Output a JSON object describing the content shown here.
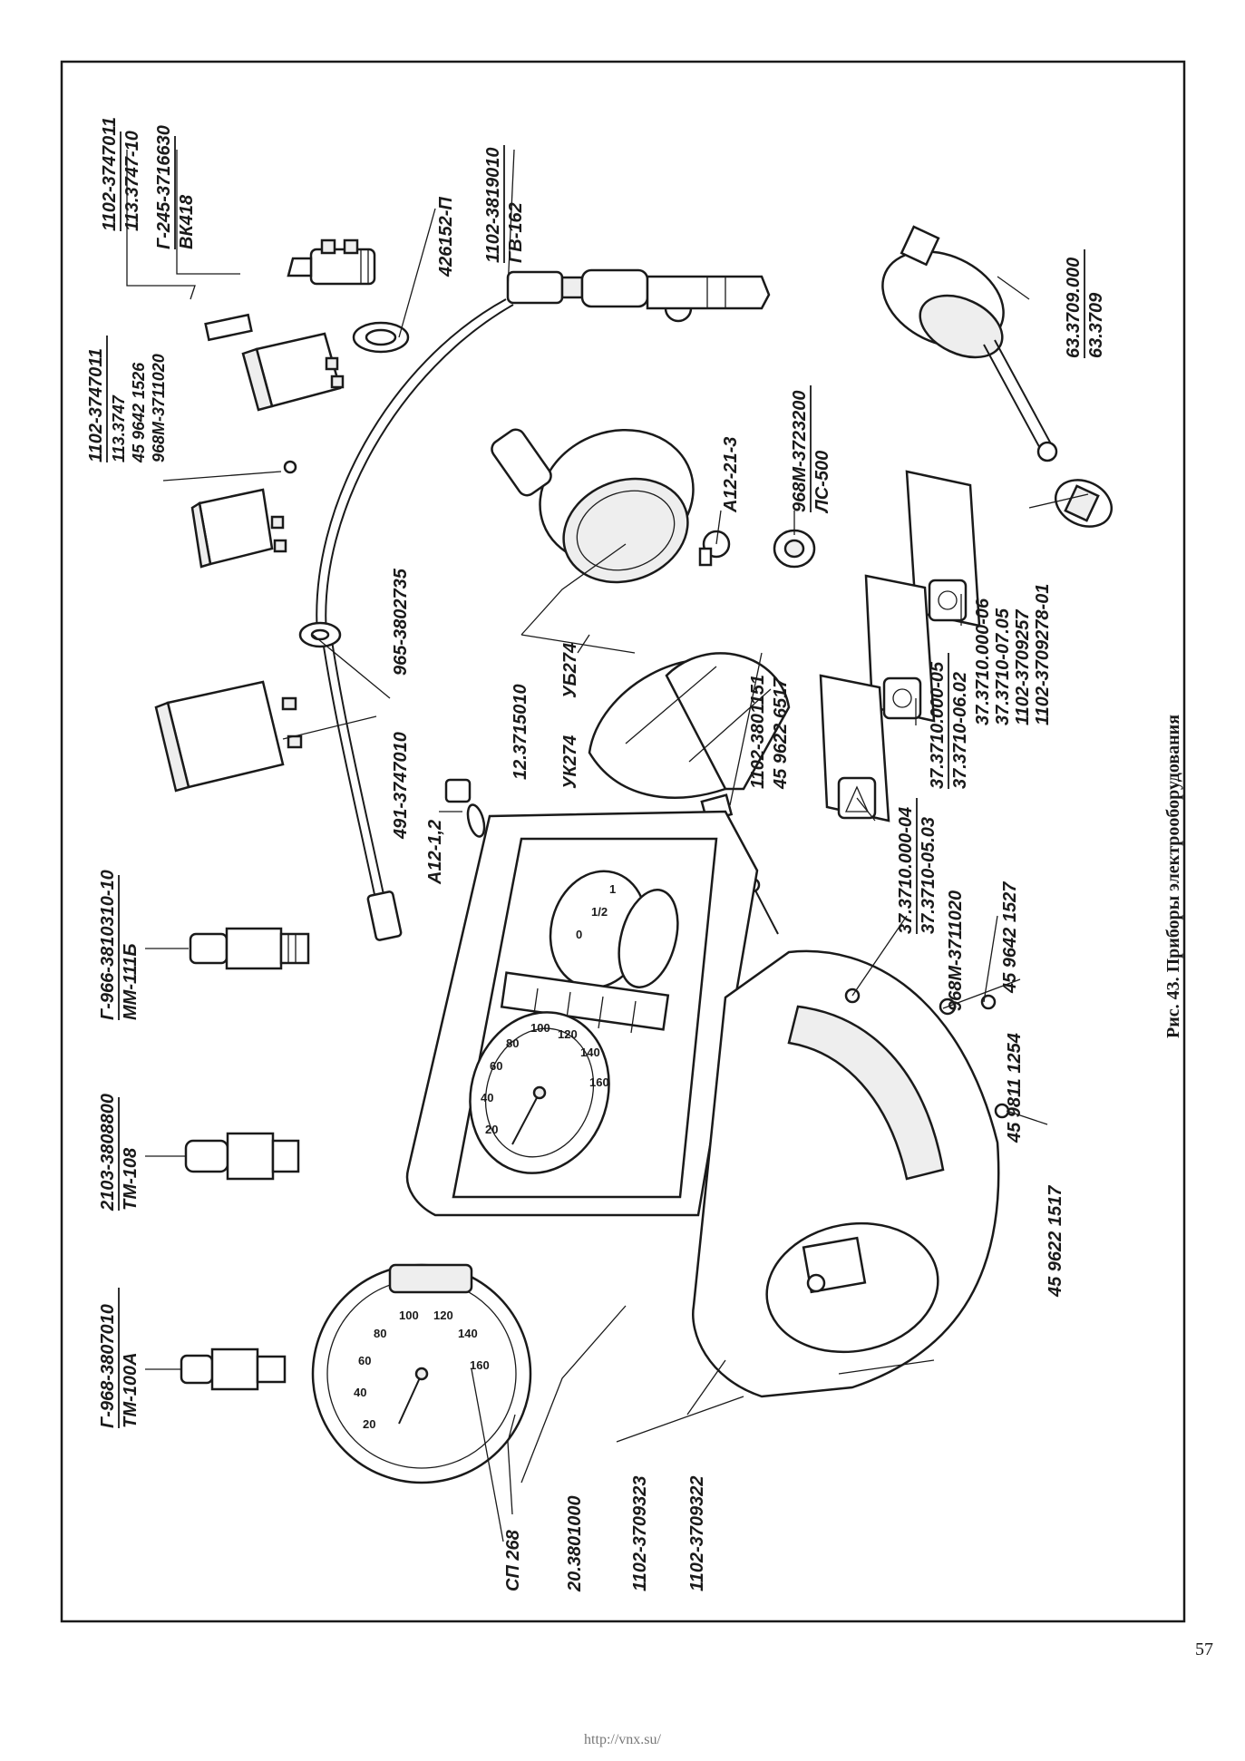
{
  "caption": "Рис. 43. Приборы электрооборудования",
  "page_number": "57",
  "watermark": "http://vnx.su/",
  "labels": {
    "relay_a_1": "1102-3747011",
    "relay_a_2": "113.3747-10",
    "switch_a_1": "Г-245-3716630",
    "switch_a_2": "ВК418",
    "washer": "426152-П",
    "drive_1": "1102-3819010",
    "drive_2": "ГВ-162",
    "switch_b_1": "63.3709.000",
    "switch_b_2": "63.3709",
    "relay_b_1": "1102-3747011",
    "relay_b_2": "113.3747",
    "relay_b_3": "45 9642 1526",
    "relay_b_4": "968М-3711020",
    "cable_1": "965-3802735",
    "flasher": "491-3747010",
    "lamp_small": "А12-1,2",
    "speedo_round": "12.3715010",
    "gauges_1": "УК274",
    "gauges_2": "УБ274",
    "lamp_a12": "А12-21-3",
    "lamp_holder_1": "968М-3723200",
    "lamp_holder_2": "ЛС-500",
    "screw_1": "1102-3801151",
    "screw_2": "45 9622 6517",
    "sw_1": "37.3710.000-06",
    "sw_2": "37.3710-07.05",
    "sw_3": "1102-3709257",
    "sw_4": "1102-3709278-01",
    "sw_5": "37.3710.000-05",
    "sw_6": "37.3710-06.02",
    "sw_7": "37.3710.000-04",
    "sw_8": "37.3710-05.03",
    "sw_9": "968М-3711020",
    "screw_3": "45 9642 1527",
    "washer_2": "45 9811 1254",
    "screw_4": "45 9622 1517",
    "sensor_1a": "Г-966-3810310-10",
    "sensor_1b": "ММ-111Б",
    "sensor_2a": "2103-3808800",
    "sensor_2b": "ТМ-108",
    "sensor_3a": "Г-968-3807010",
    "sensor_3b": "ТМ-100А",
    "speedo_sp": "СП 268",
    "cluster": "20.3801000",
    "cover_1": "1102-3709323",
    "cover_2": "1102-3709322"
  },
  "dial_ticks": [
    "20",
    "40",
    "60",
    "80",
    "100",
    "120",
    "140",
    "160"
  ],
  "gauge_marks": [
    "0",
    "1/2",
    "1"
  ]
}
